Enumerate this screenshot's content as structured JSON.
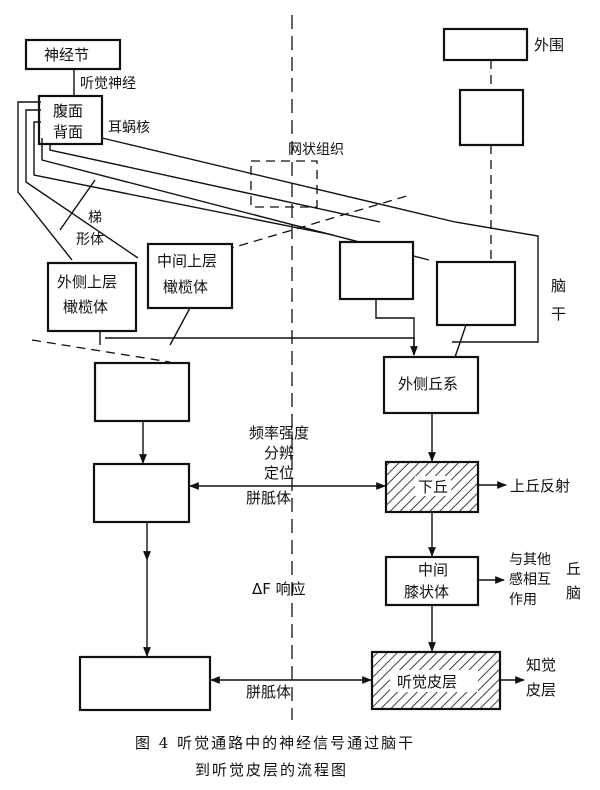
{
  "labels": {
    "ganglion": "神经节",
    "auditory_nerve": "听觉神经",
    "ventral": "腹面",
    "dorsal": "背面",
    "cochlear_nucleus": "耳蜗核",
    "reticular": "网状组织",
    "trapezoid_1": "梯",
    "trapezoid_2": "形体",
    "lat_olive_1": "外侧上层",
    "lat_olive_2": "橄榄体",
    "med_olive_1": "中间上层",
    "med_olive_2": "橄榄体",
    "periphery": "外围",
    "brainstem_1": "脑",
    "brainstem_2": "干",
    "lat_lemniscus": "外侧丘系",
    "freq_1": "频率强度",
    "freq_2": "分辨",
    "freq_3": "定位",
    "corpus_callosum_1": "胼胝体",
    "inferior_colliculus": "下丘",
    "superior_reflex": "上丘反射",
    "delta_f": "ΔF 响应",
    "mgb_1": "中间",
    "mgb_2": "膝状体",
    "other_1": "与其他",
    "other_2": "感相互",
    "other_3": "作用",
    "thal_1": "丘",
    "thal_2": "脑",
    "cortex": "听觉皮层",
    "percept_1": "知觉",
    "percept_2": "皮层",
    "corpus_callosum_2": "胼胝体"
  },
  "caption": {
    "line1": "图 4   听觉通路中的神经信号通过脑干",
    "line2": "到听觉皮层的流程图"
  }
}
